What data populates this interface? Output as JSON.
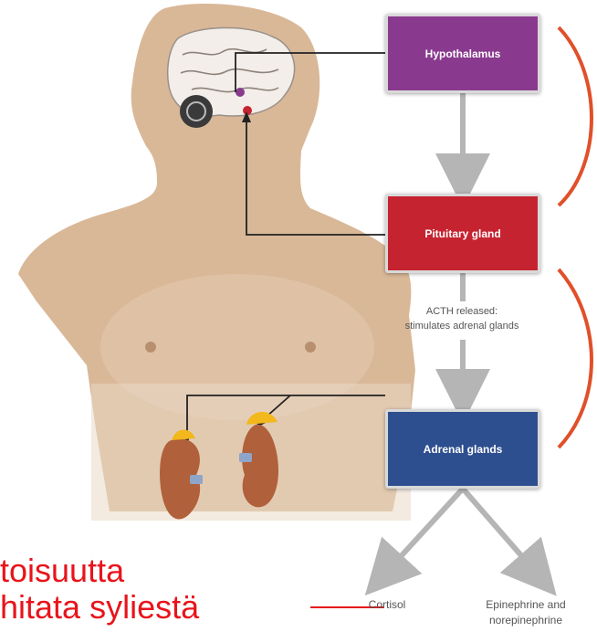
{
  "boxes": {
    "hypothalamus": "Hypothalamus",
    "pituitary": "Pituitary gland",
    "adrenal": "Adrenal glands"
  },
  "notes": {
    "acth_line1": "ACTH released:",
    "acth_line2": "stimulates adrenal glands"
  },
  "outputs": {
    "cortisol": "Cortisol",
    "epi_line1": "Epinephrine and",
    "epi_line2": "norepinephrine"
  },
  "overlay_text": {
    "line1": "toisuutta",
    "line2": "hitata syliestä"
  },
  "colors": {
    "hypothalamus": "#8a3a8e",
    "pituitary": "#c62330",
    "adrenal": "#2e4f8f",
    "bracket": "#e0502a",
    "skin": "#d9b898",
    "kidney": "#b0603a",
    "adrenal_cap": "#f2b81c",
    "overlay_text": "#e8141b"
  }
}
